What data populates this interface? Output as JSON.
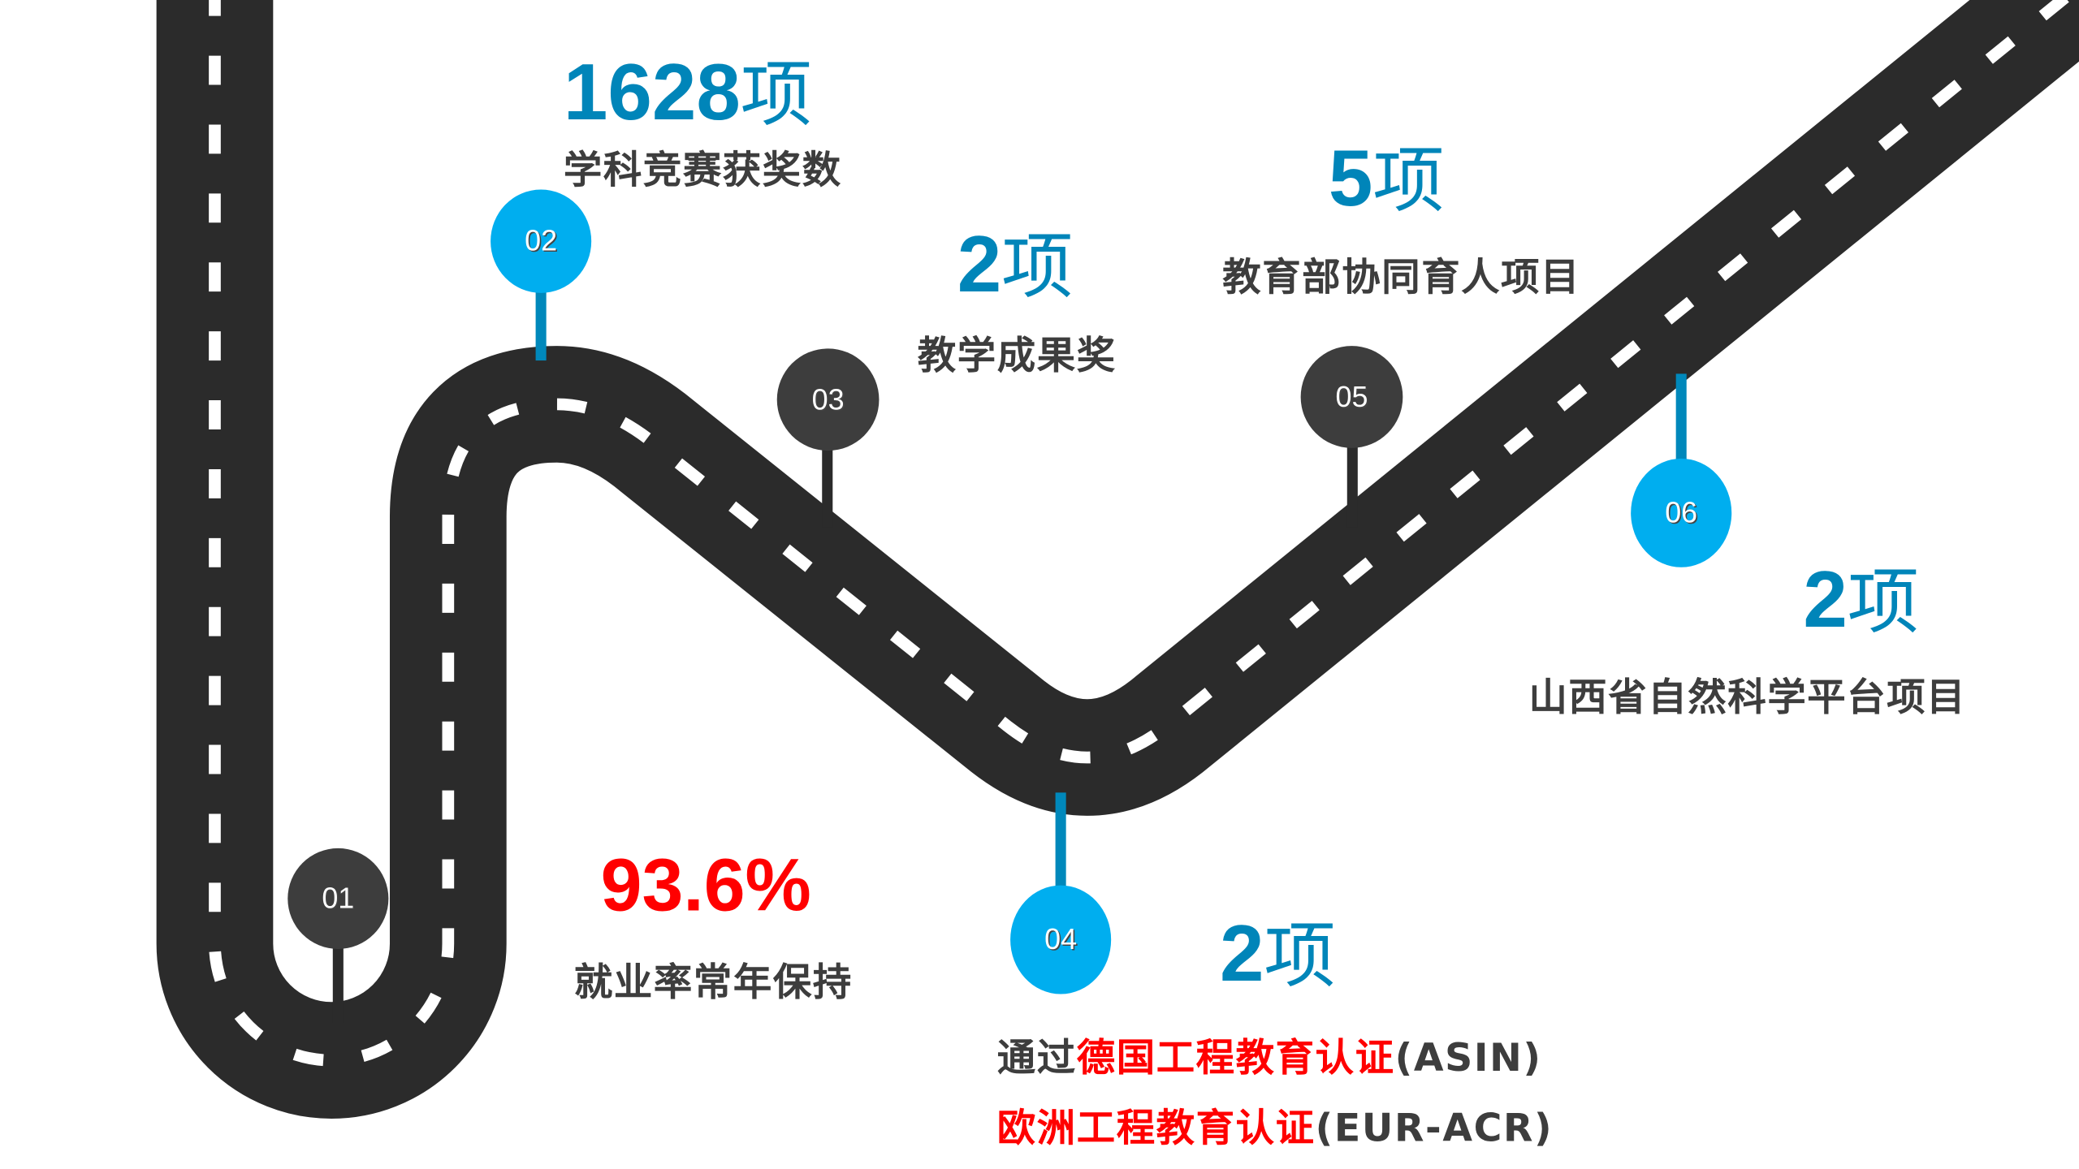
{
  "colors": {
    "road": "#2b2b2b",
    "accent_blue": "#00aeef",
    "stat_blue": "#0085b9",
    "dark_pin": "#3d3d3d",
    "red": "#ff0000",
    "label": "#3d3d3d"
  },
  "milestones": [
    {
      "num": "01",
      "value": "93.6%",
      "unit": "",
      "label": "就业率常年保持"
    },
    {
      "num": "02",
      "value": "1628",
      "unit": "项",
      "label": "学科竞赛获奖数"
    },
    {
      "num": "03",
      "value": "2",
      "unit": "项",
      "label": "教学成果奖"
    },
    {
      "num": "04",
      "value": "2",
      "unit": "项",
      "label_line1_a": "通过",
      "label_line1_b": "德国工程教育认证",
      "label_line1_c": "(ASIN)",
      "label_line2_a": "欧洲工程教育认证",
      "label_line2_b": "(EUR-ACR)"
    },
    {
      "num": "05",
      "value": "5",
      "unit": "项",
      "label": "教育部协同育人项目"
    },
    {
      "num": "06",
      "value": "2",
      "unit": "项",
      "label": "山西省自然科学平台项目"
    }
  ]
}
